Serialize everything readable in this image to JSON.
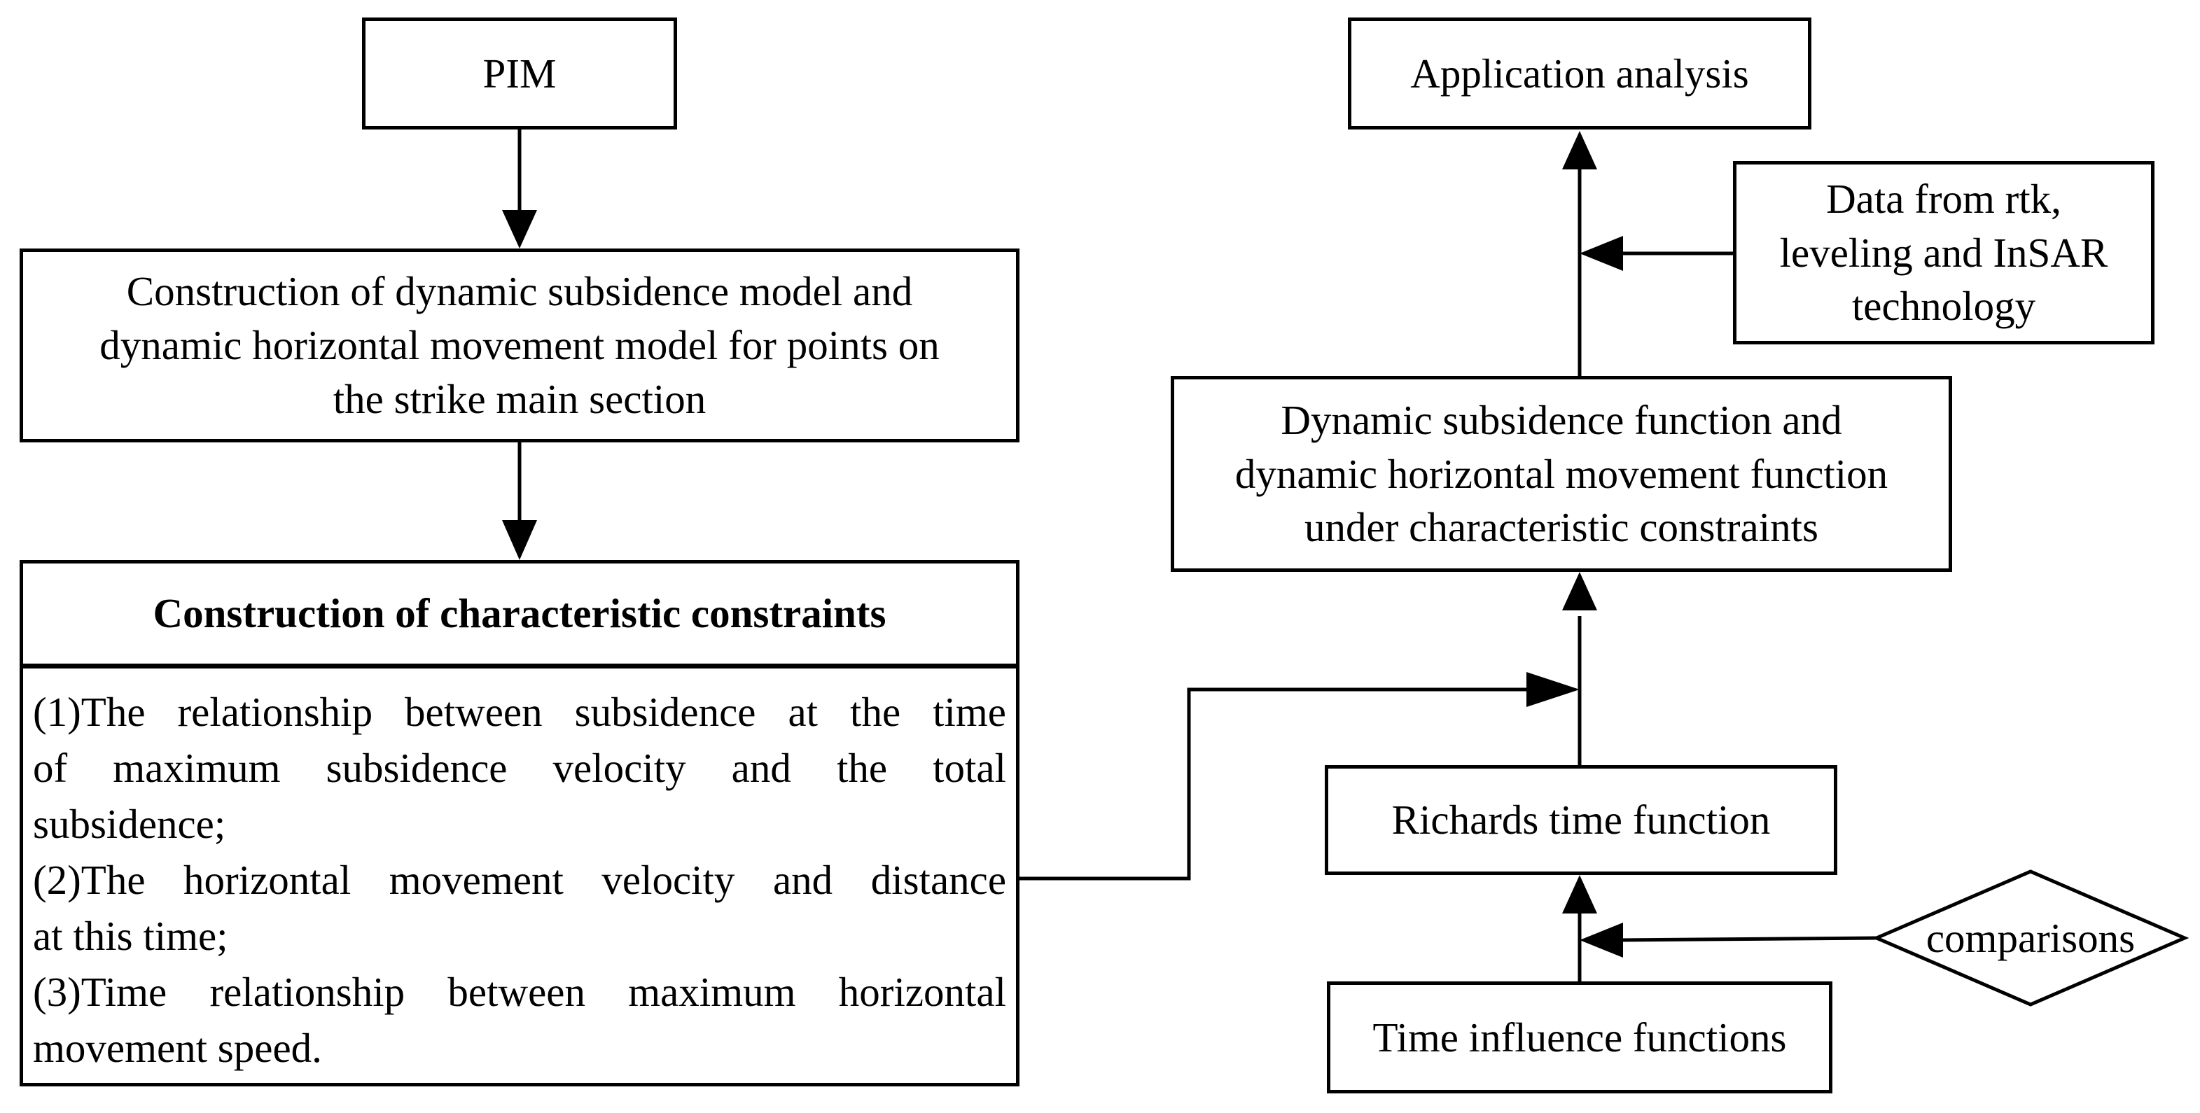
{
  "nodes": {
    "pim": "PIM",
    "construction_model": [
      "Construction of dynamic subsidence model and",
      "dynamic horizontal movement model for points on",
      "the strike main section"
    ],
    "constraints_title": "Construction of characteristic constraints",
    "constraints_lines": [
      "(1)The relationship between subsidence at the time",
      "of maximum subsidence velocity and the total",
      "subsidence;",
      "(2)The horizontal movement velocity and distance",
      "at this time;",
      "(3)Time relationship between maximum horizontal",
      "movement speed."
    ],
    "application": "Application analysis",
    "data_sources": [
      "Data from rtk,",
      "leveling and InSAR",
      "technology"
    ],
    "dynamic_function": [
      "Dynamic subsidence function and",
      "dynamic horizontal movement function",
      "under characteristic constraints"
    ],
    "richards": "Richards time function",
    "time_influence": "Time influence functions",
    "comparisons": "comparisons"
  },
  "colors": {
    "stroke": "#000000",
    "fill": "#ffffff"
  }
}
